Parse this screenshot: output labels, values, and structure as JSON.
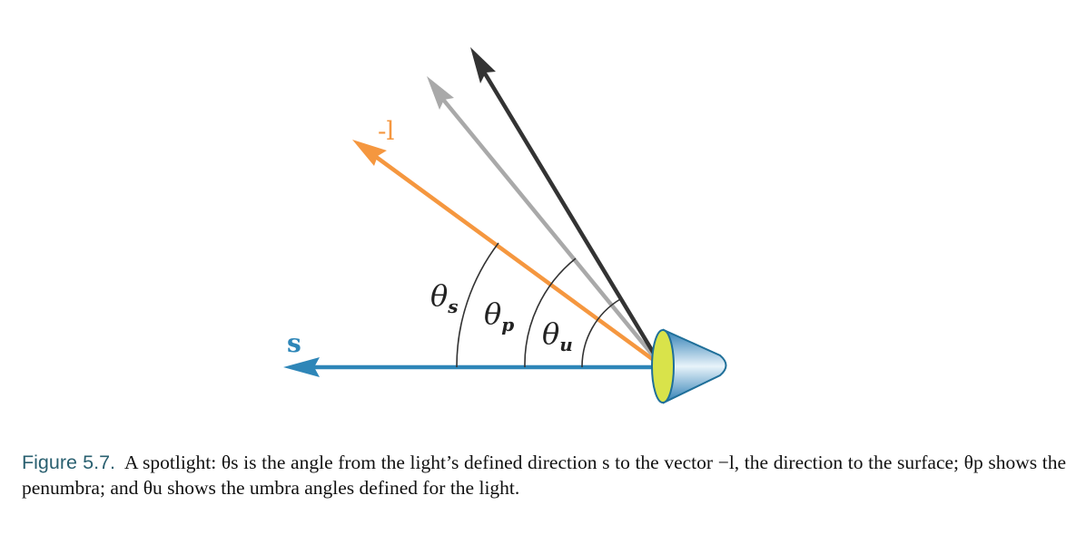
{
  "diagram": {
    "labels": {
      "s": "s",
      "neg_l": "-l",
      "theta_s": "θ",
      "theta_s_sub": "s",
      "theta_p": "θ",
      "theta_p_sub": "p",
      "theta_u": "θ",
      "theta_u_sub": "u"
    },
    "colors": {
      "s_vector": "#2e86b8",
      "neg_l_vector": "#f5973f",
      "penumbra_vector": "#a9a9a9",
      "umbra_vector": "#333333",
      "arc": "#333333",
      "cone_face": "#d9e34a",
      "cone_body": "#4a9fd0",
      "cone_outline": "#1f6f99"
    }
  },
  "caption": {
    "label": "Figure 5.7.",
    "text": "A spotlight: θs is the angle from the light’s defined direction s to the vector −l, the direction to the surface; θp shows the penumbra; and θu shows the umbra angles defined for the light."
  }
}
